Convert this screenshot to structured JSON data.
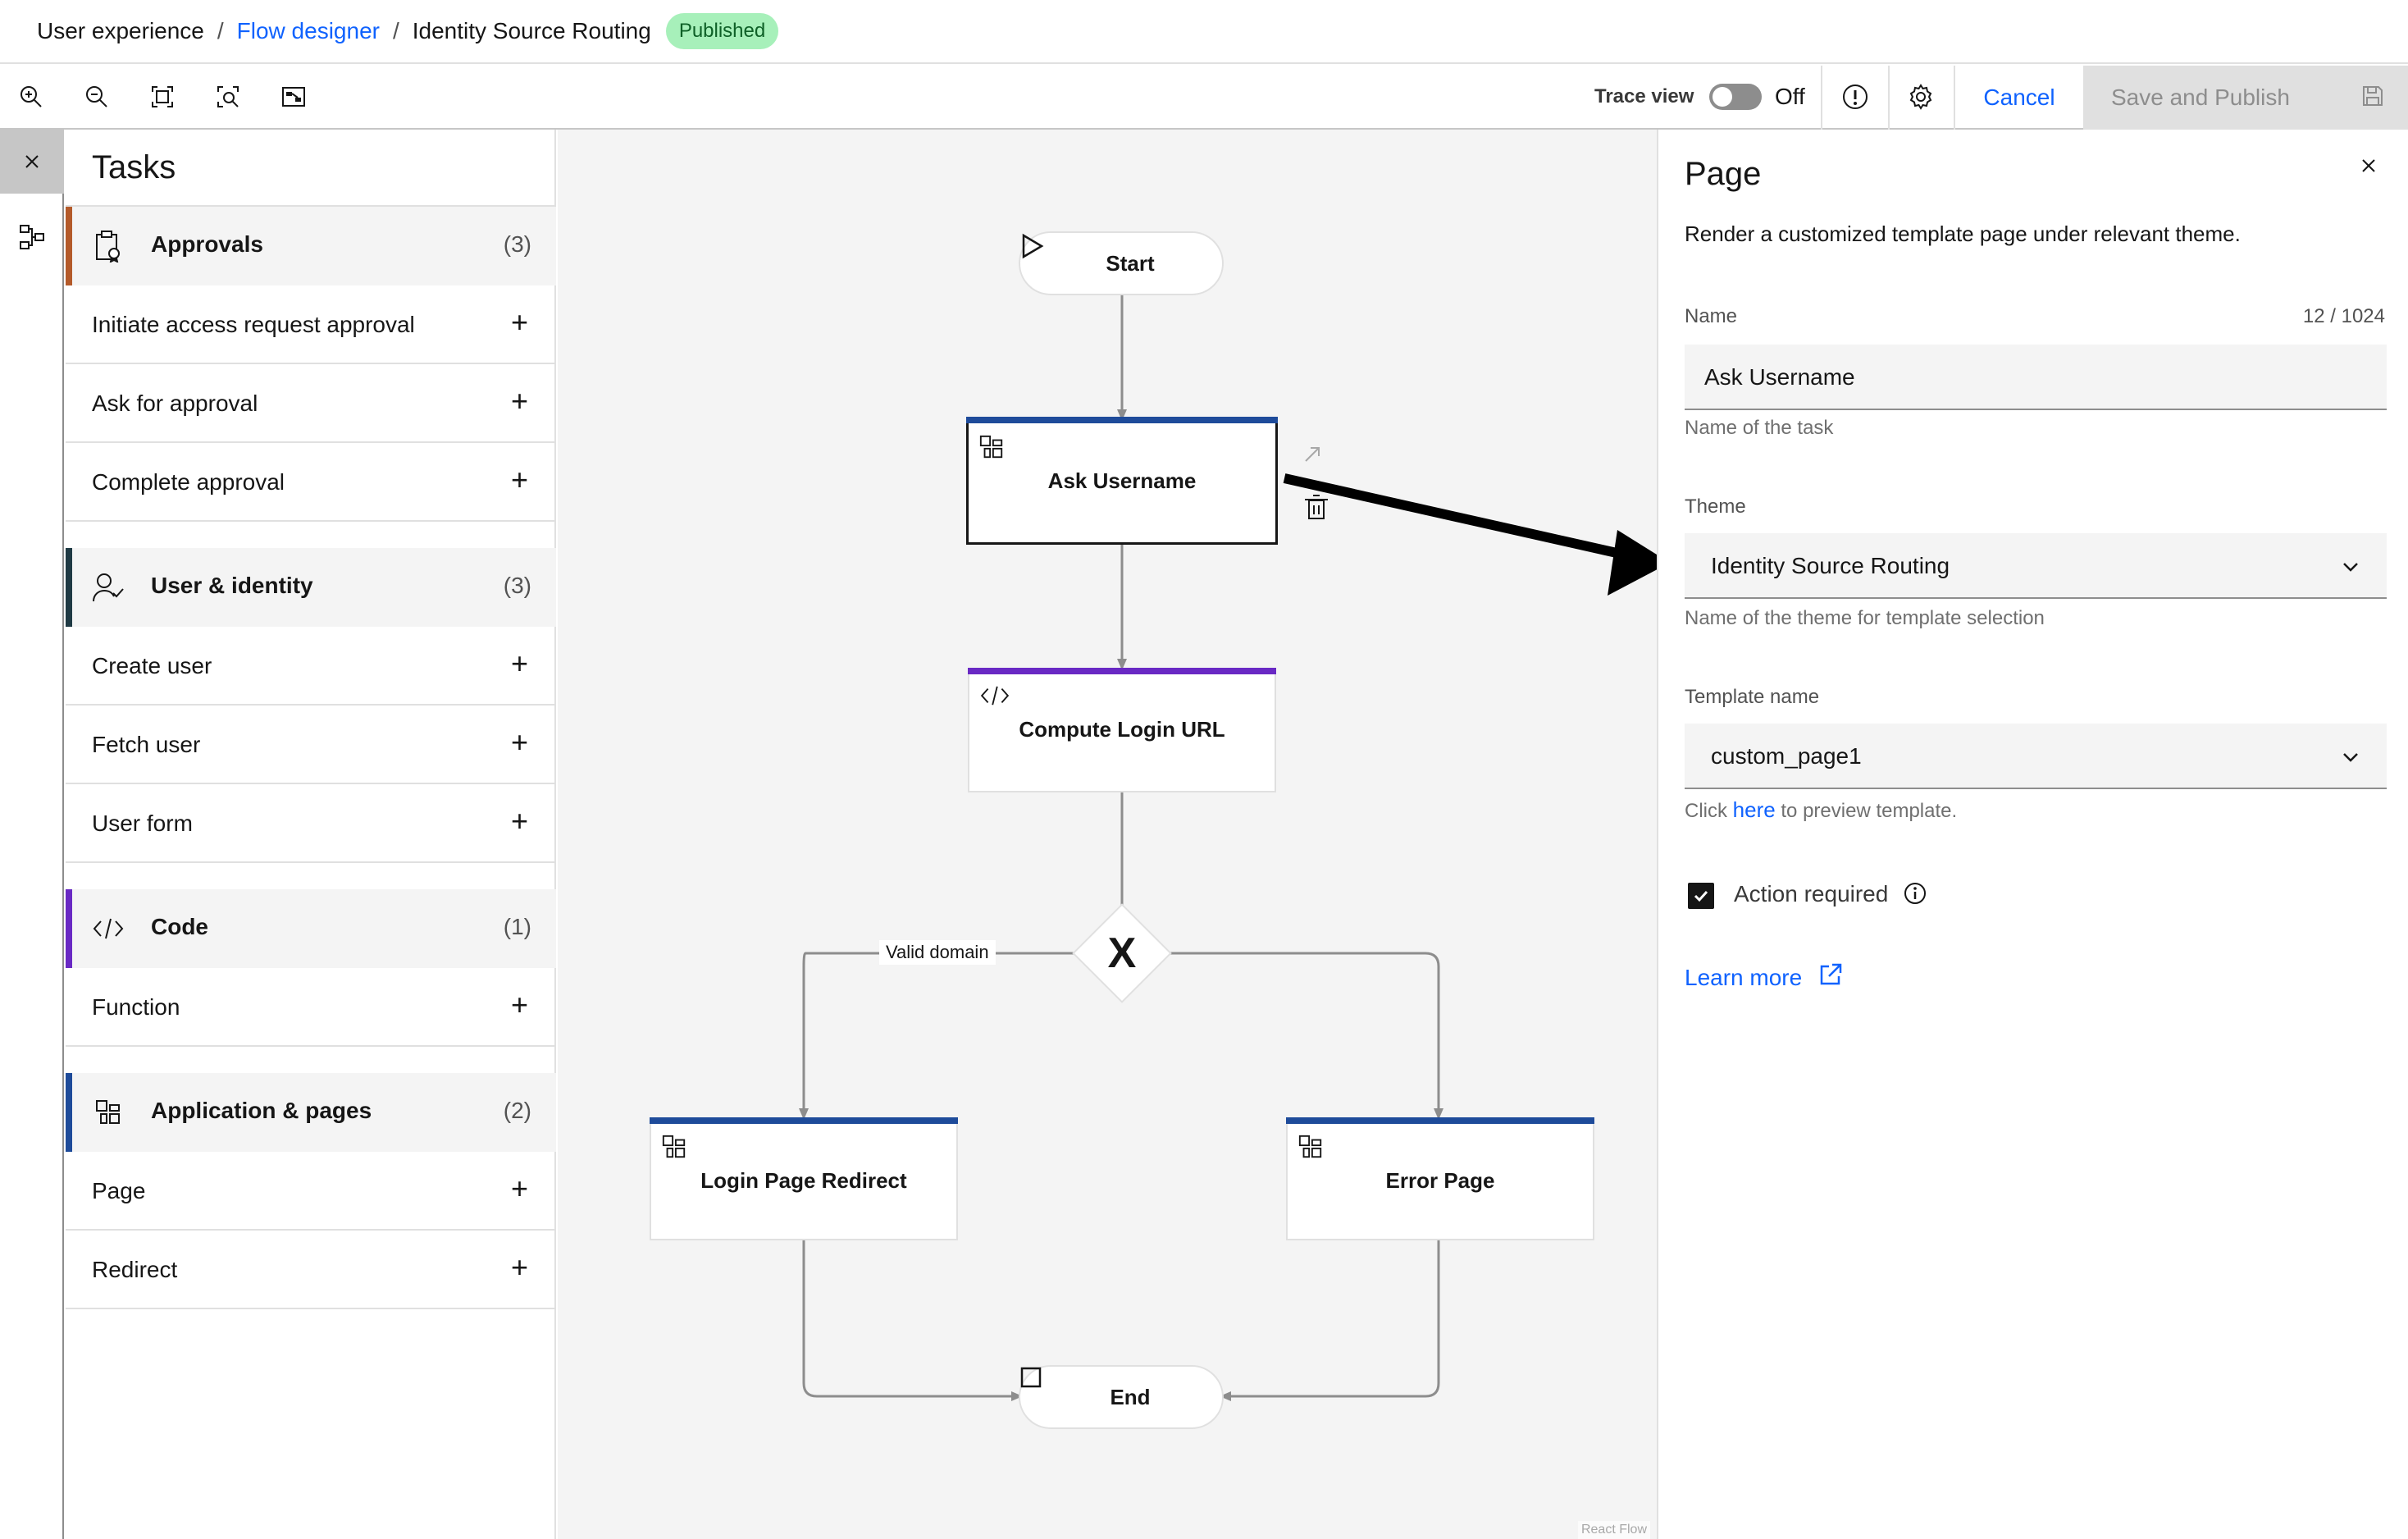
{
  "breadcrumb": {
    "root": "User experience",
    "parent": "Flow designer",
    "current": "Identity Source Routing",
    "separator": "/",
    "status": "Published"
  },
  "toolbar": {
    "icons": [
      "zoom-in-icon",
      "zoom-out-icon",
      "fit-view-icon",
      "zoom-area-icon",
      "minimap-icon"
    ],
    "trace_label": "Trace view",
    "trace_state": "Off",
    "cancel_label": "Cancel",
    "save_label": "Save and Publish"
  },
  "tasks": {
    "title": "Tasks",
    "categories": [
      {
        "label": "Approvals",
        "count": "(3)",
        "color": "#b45a2a",
        "items": [
          "Initiate access request approval",
          "Ask for approval",
          "Complete approval"
        ]
      },
      {
        "label": "User & identity",
        "count": "(3)",
        "color": "#1f3a44",
        "items": [
          "Create user",
          "Fetch user",
          "User form"
        ]
      },
      {
        "label": "Code",
        "count": "(1)",
        "color": "#6929c4",
        "items": [
          "Function"
        ]
      },
      {
        "label": "Application & pages",
        "count": "(2)",
        "color": "#1e4b9a",
        "items": [
          "Page",
          "Redirect"
        ]
      }
    ],
    "add_symbol": "+"
  },
  "flow": {
    "start": "Start",
    "end": "End",
    "nodes": {
      "ask_username": "Ask Username",
      "compute_login_url": "Compute Login URL",
      "login_page_redirect": "Login Page Redirect",
      "error_page": "Error Page"
    },
    "gateway_symbol": "X",
    "edge_label": "Valid domain",
    "watermark": "React Flow",
    "colors": {
      "page": "#1e4b9a",
      "code": "#6929c4"
    }
  },
  "panel": {
    "title": "Page",
    "description": "Render a customized template page under relevant theme.",
    "name_label": "Name",
    "name_counter": "12 / 1024",
    "name_value": "Ask Username",
    "name_helper": "Name of the task",
    "theme_label": "Theme",
    "theme_value": "Identity Source Routing",
    "theme_helper": "Name of the theme for template selection",
    "template_label": "Template name",
    "template_value": "custom_page1",
    "template_helper_pre": "Click",
    "template_helper_link": "here",
    "template_helper_post": "to preview template.",
    "action_required_label": "Action required",
    "action_required_checked": true,
    "learn_more": "Learn more"
  }
}
